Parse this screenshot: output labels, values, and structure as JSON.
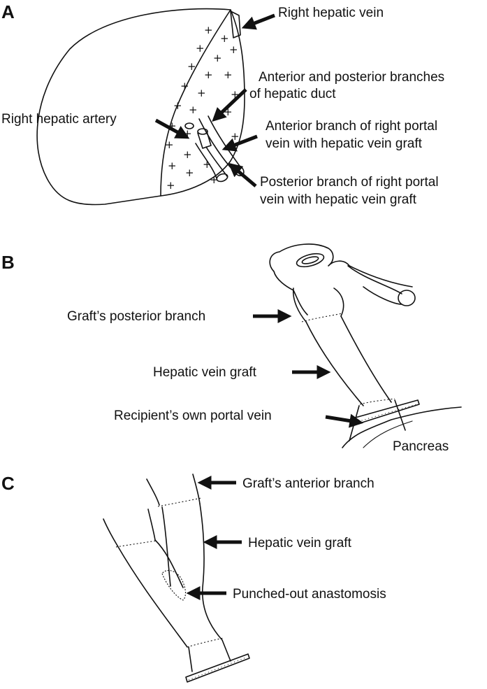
{
  "panels": {
    "a": {
      "letter": "A",
      "labels": {
        "right_hepatic_vein": "Right hepatic vein",
        "hepatic_duct_line1": "Anterior and posterior branches",
        "hepatic_duct_line2": "of hepatic duct",
        "right_hepatic_artery": "Right hepatic artery",
        "anterior_branch_line1": "Anterior branch of right portal",
        "anterior_branch_line2": "vein with hepatic vein graft",
        "posterior_branch_line1": "Posterior branch of right portal",
        "posterior_branch_line2": "vein with hepatic vein graft"
      }
    },
    "b": {
      "letter": "B",
      "labels": {
        "grafts_posterior_branch": "Graft’s posterior branch",
        "hepatic_vein_graft": "Hepatic vein graft",
        "recipients_portal_vein": "Recipient’s own portal vein",
        "pancreas": "Pancreas"
      }
    },
    "c": {
      "letter": "C",
      "labels": {
        "grafts_anterior_branch": "Graft’s anterior branch",
        "hepatic_vein_graft": "Hepatic vein graft",
        "punched_out_anastomosis": "Punched-out anastomosis"
      }
    }
  }
}
